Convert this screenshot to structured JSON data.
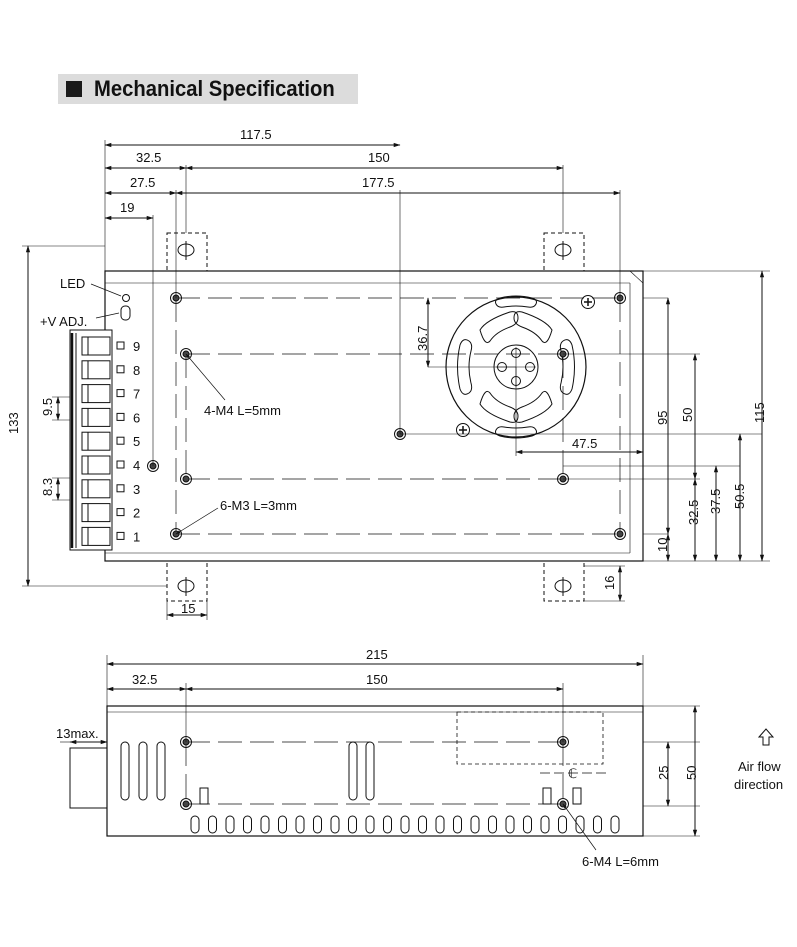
{
  "header": {
    "title": "Mechanical Specification"
  },
  "top_view": {
    "dims": {
      "d117_5": "117.5",
      "d32_5": "32.5",
      "d150": "150",
      "d27_5": "27.5",
      "d177_5": "177.5",
      "d19": "19",
      "d133": "133",
      "d36_7": "36.7",
      "d95": "95",
      "d50": "50",
      "d115": "115",
      "d47_5": "47.5",
      "d50_5": "50.5",
      "d37_5": "37.5",
      "d32_5v": "32.5",
      "d10": "10",
      "d9_5": "9.5",
      "d8_3": "8.3",
      "d15": "15",
      "d16": "16"
    },
    "labels": {
      "led": "LED",
      "vadj": "+V ADJ.",
      "m4": "4-M4 L=5mm",
      "m3": "6-M3 L=3mm"
    },
    "terminals": [
      "9",
      "8",
      "7",
      "6",
      "5",
      "4",
      "3",
      "2",
      "1"
    ]
  },
  "side_view": {
    "dims": {
      "d215": "215",
      "d32_5": "32.5",
      "d150": "150",
      "d13max": "13max.",
      "d25": "25",
      "d50": "50",
      "centerline": "ℂ"
    },
    "labels": {
      "m4": "6-M4 L=6mm",
      "airflow_1": "Air flow",
      "airflow_2": "direction"
    }
  }
}
